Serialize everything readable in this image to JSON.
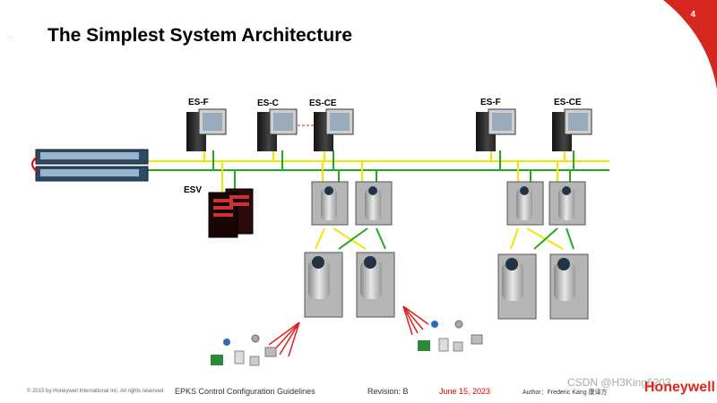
{
  "slide": {
    "title": "The Simplest System Architecture",
    "page_number": "4"
  },
  "labels": {
    "esf_left": "ES-F",
    "esc": "ES-C",
    "esce_left": "ES-CE",
    "esv": "ESV",
    "esf_right": "ES-F",
    "esce_right": "ES-CE"
  },
  "footer": {
    "copyright": "© 2015 by Honeywell International Inc. All rights reserved.",
    "doc_title": "EPKS Control Configuration Guidelines",
    "revision": "Revision:  B",
    "date": "June 15, 2023",
    "author": "Author：Frederic Kang 康译方",
    "brand": "Honeywell",
    "watermark": "CSDN @H3King6203"
  },
  "colors": {
    "network_yellow": "#f2e600",
    "network_green": "#22aa22",
    "brand_red": "#e1261c",
    "corner_red": "#d7261e",
    "signal_red": "#e02020"
  }
}
